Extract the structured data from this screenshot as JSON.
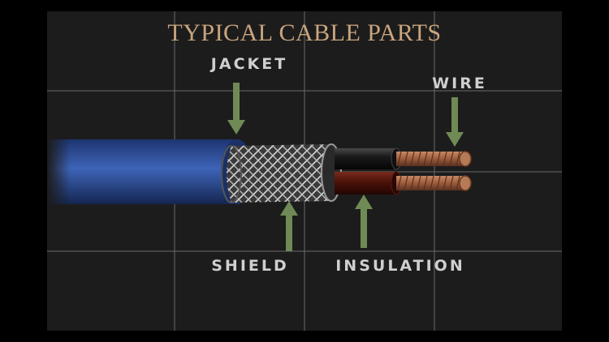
{
  "title": "TYPICAL CABLE PARTS",
  "labels": {
    "jacket": "JACKET",
    "wire": "WIRE",
    "shield": "SHIELD",
    "insulation": "INSULATION"
  },
  "colors": {
    "background": "#1c1c1c",
    "title": "#c8a57e",
    "label": "#cfcfcf",
    "arrow": "#6f8a55",
    "jacket": "#2d4f9a",
    "copper": "#9a5c3c"
  }
}
